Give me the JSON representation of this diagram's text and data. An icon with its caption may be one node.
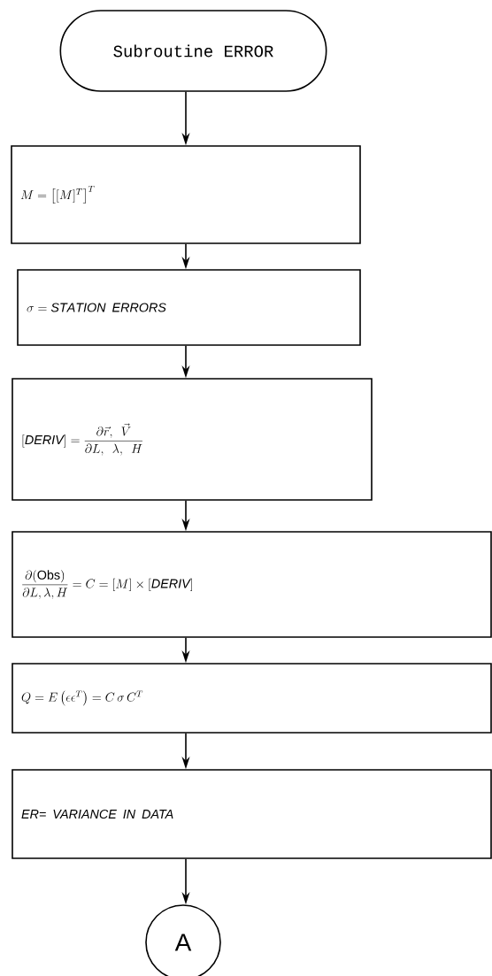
{
  "diagram": {
    "nodes": [
      {
        "text": [
          "Subroutine ERROR"
        ]
      },
      {
        "text": [
          "M = \\bigl[[M]^{T}\\bigr]^{T}"
        ]
      },
      {
        "text": [
          "\\sigma = \\mathit{STATION\\ ERRORS}"
        ]
      },
      {
        "text": [
          "[\\mathit{DERIV}] = \\dfrac{\\partial \\vec{r},\\ \\vec{V}}{\\partial L,\\ \\lambda,\\ H}"
        ]
      },
      {
        "text": [
          "\\dfrac{\\partial(\\mathrm{Obs})}{\\partial L,\\lambda,H} = C = [M] \\times [\\mathit{DERIV}]"
        ]
      },
      {
        "text": [
          "Q = E\\left(\\epsilon\\epsilon^{T}\\right) = C\\,\\sigma\\,C^{T}"
        ]
      },
      {
        "text": [
          "ER= VARIANCE IN DATA"
        ]
      },
      {
        "text": [
          "A"
        ]
      }
    ],
    "edges": [
      {
        "from": 0,
        "to": 1,
        "arrow": "to"
      },
      {
        "from": 1,
        "to": 2,
        "arrow": "to"
      },
      {
        "from": 2,
        "to": 3,
        "arrow": "to"
      },
      {
        "from": 3,
        "to": 4,
        "arrow": "to"
      },
      {
        "from": 4,
        "to": 5,
        "arrow": "to"
      },
      {
        "from": 5,
        "to": 6,
        "arrow": "to"
      },
      {
        "from": 6,
        "to": 7,
        "arrow": "to"
      }
    ]
  }
}
